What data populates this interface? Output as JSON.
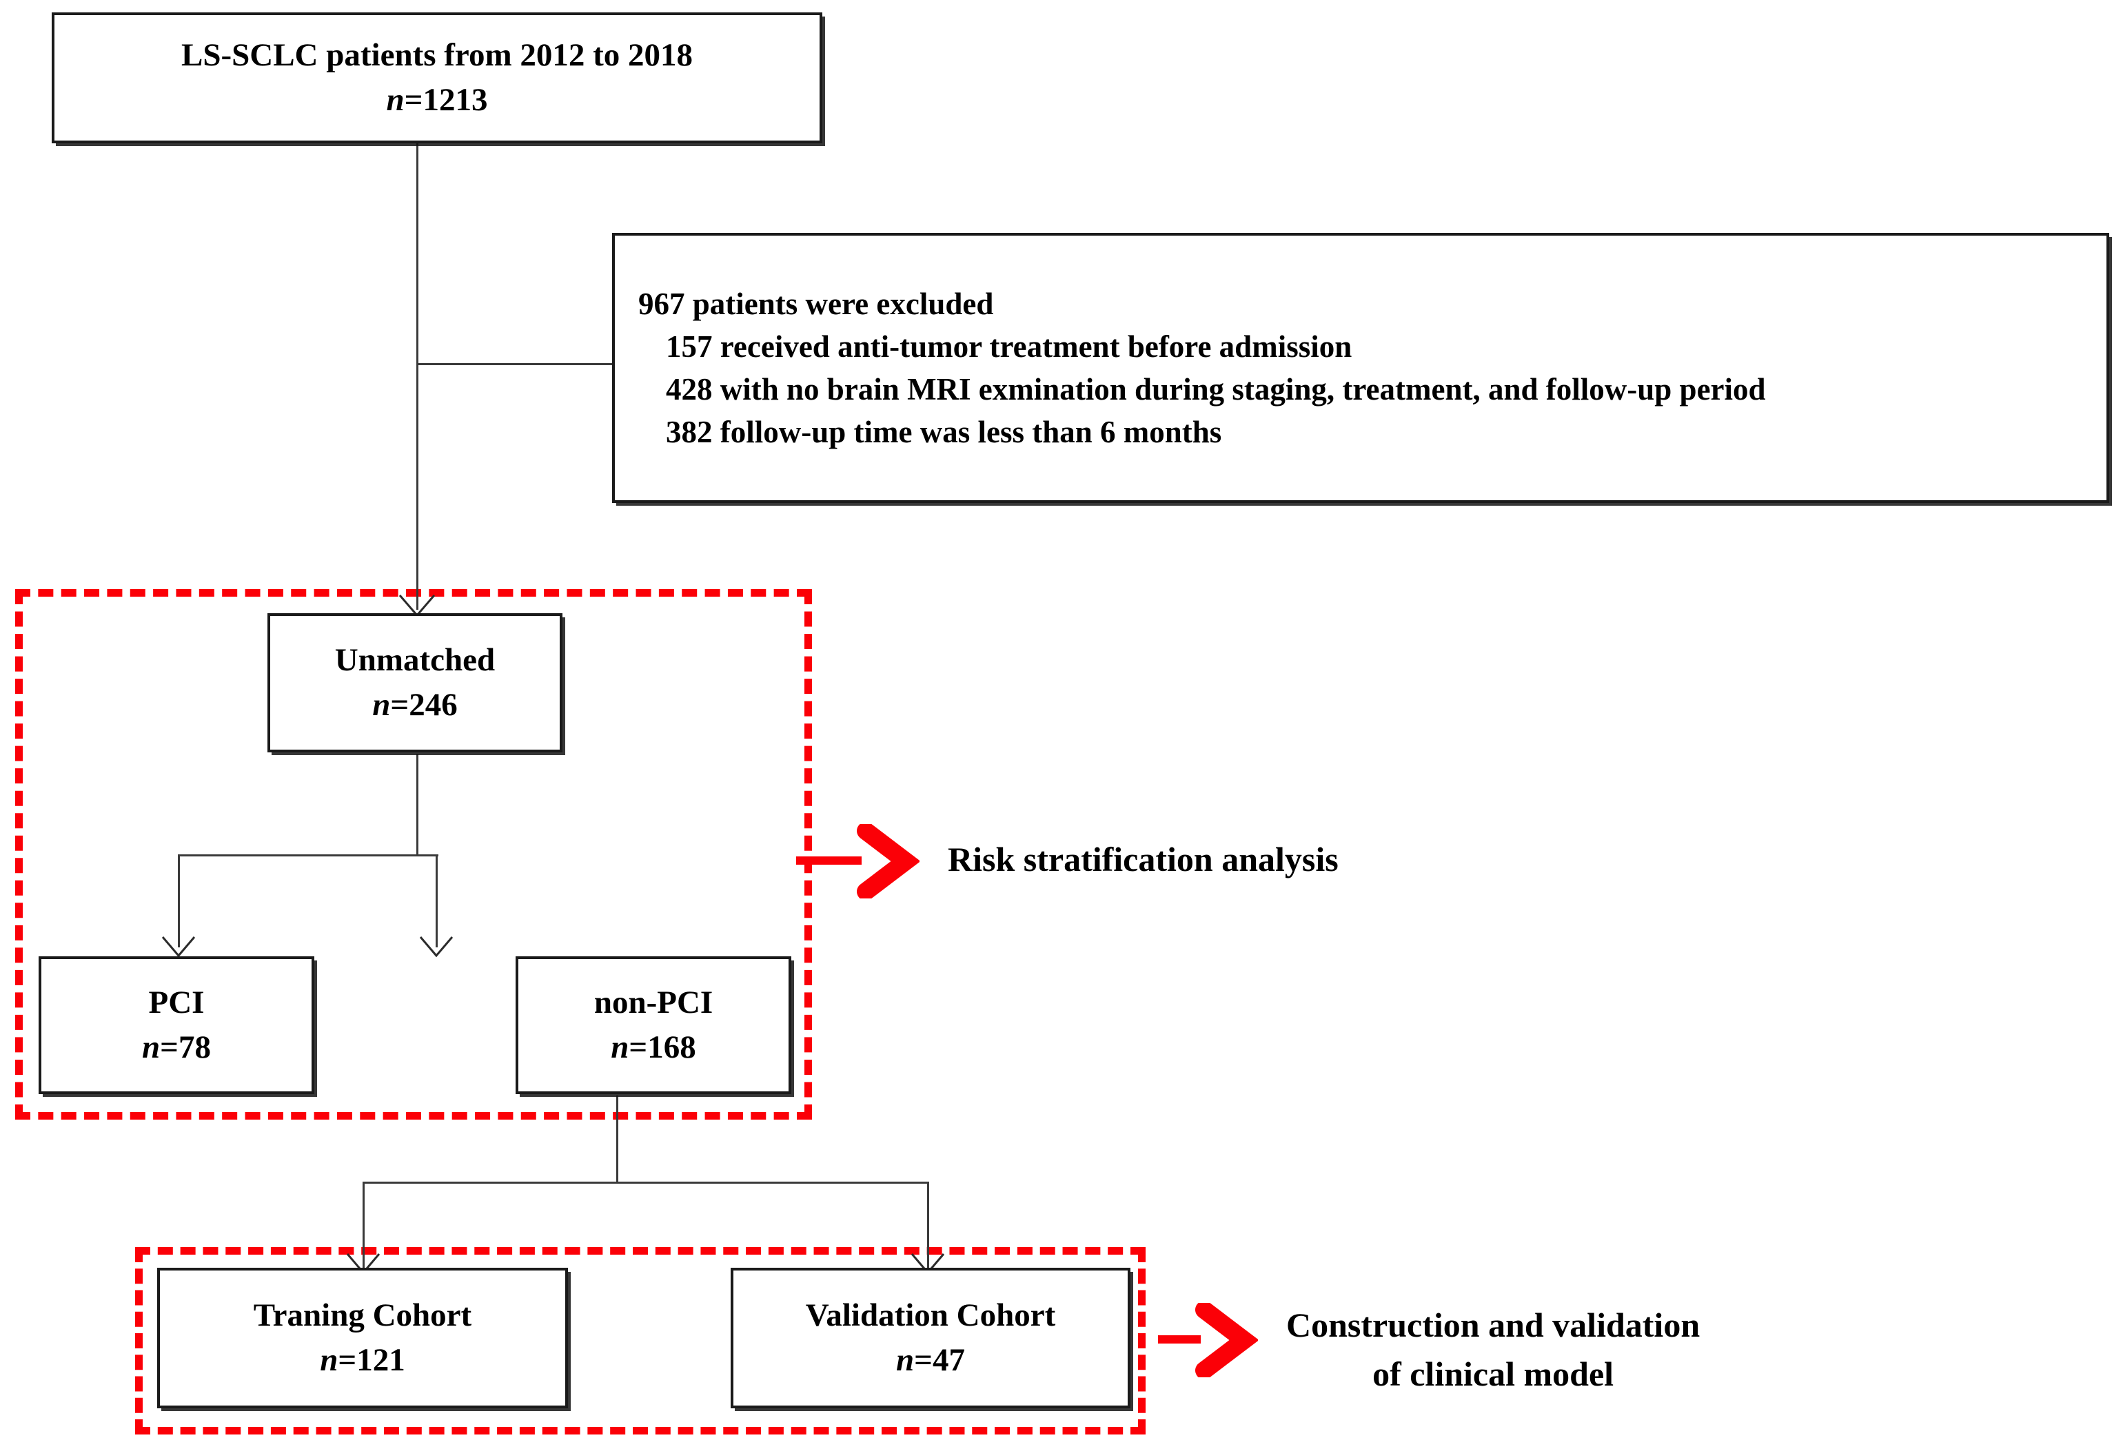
{
  "figure": {
    "type": "flowchart",
    "title": "LS-SCLC patient selection and analysis flowchart",
    "colors": {
      "box_border": "#1a1a1a",
      "connector": "#3a3a3a",
      "highlight_red": "#fb0007",
      "background": "#ffffff",
      "text": "#000000"
    }
  },
  "nodes": {
    "source_cohort": {
      "title": "LS-SCLC patients from 2012 to 2018",
      "n_label": "n",
      "n_value": "=1213"
    },
    "exclusions": {
      "header": "967 patients were excluded",
      "items": [
        "157 received anti-tumor treatment before admission",
        "428 with no brain MRI exmination during staging, treatment, and follow-up period",
        "382 follow-up time was less than 6 months"
      ]
    },
    "unmatched": {
      "title": "Unmatched",
      "n_label": "n",
      "n_value": "=246"
    },
    "pci": {
      "title": "PCI",
      "n_label": "n",
      "n_value": "=78"
    },
    "non_pci": {
      "title": "non-PCI",
      "n_label": "n",
      "n_value": "=168"
    },
    "training_cohort": {
      "title": "Traning Cohort",
      "n_label": "n",
      "n_value": "=121"
    },
    "validation_cohort": {
      "title": "Validation Cohort",
      "n_label": "n",
      "n_value": "=47"
    }
  },
  "annotations": {
    "risk_stratification": {
      "label": "Risk stratification analysis"
    },
    "model_construction": {
      "line1": "Construction and validation",
      "line2": "of clinical model"
    }
  }
}
